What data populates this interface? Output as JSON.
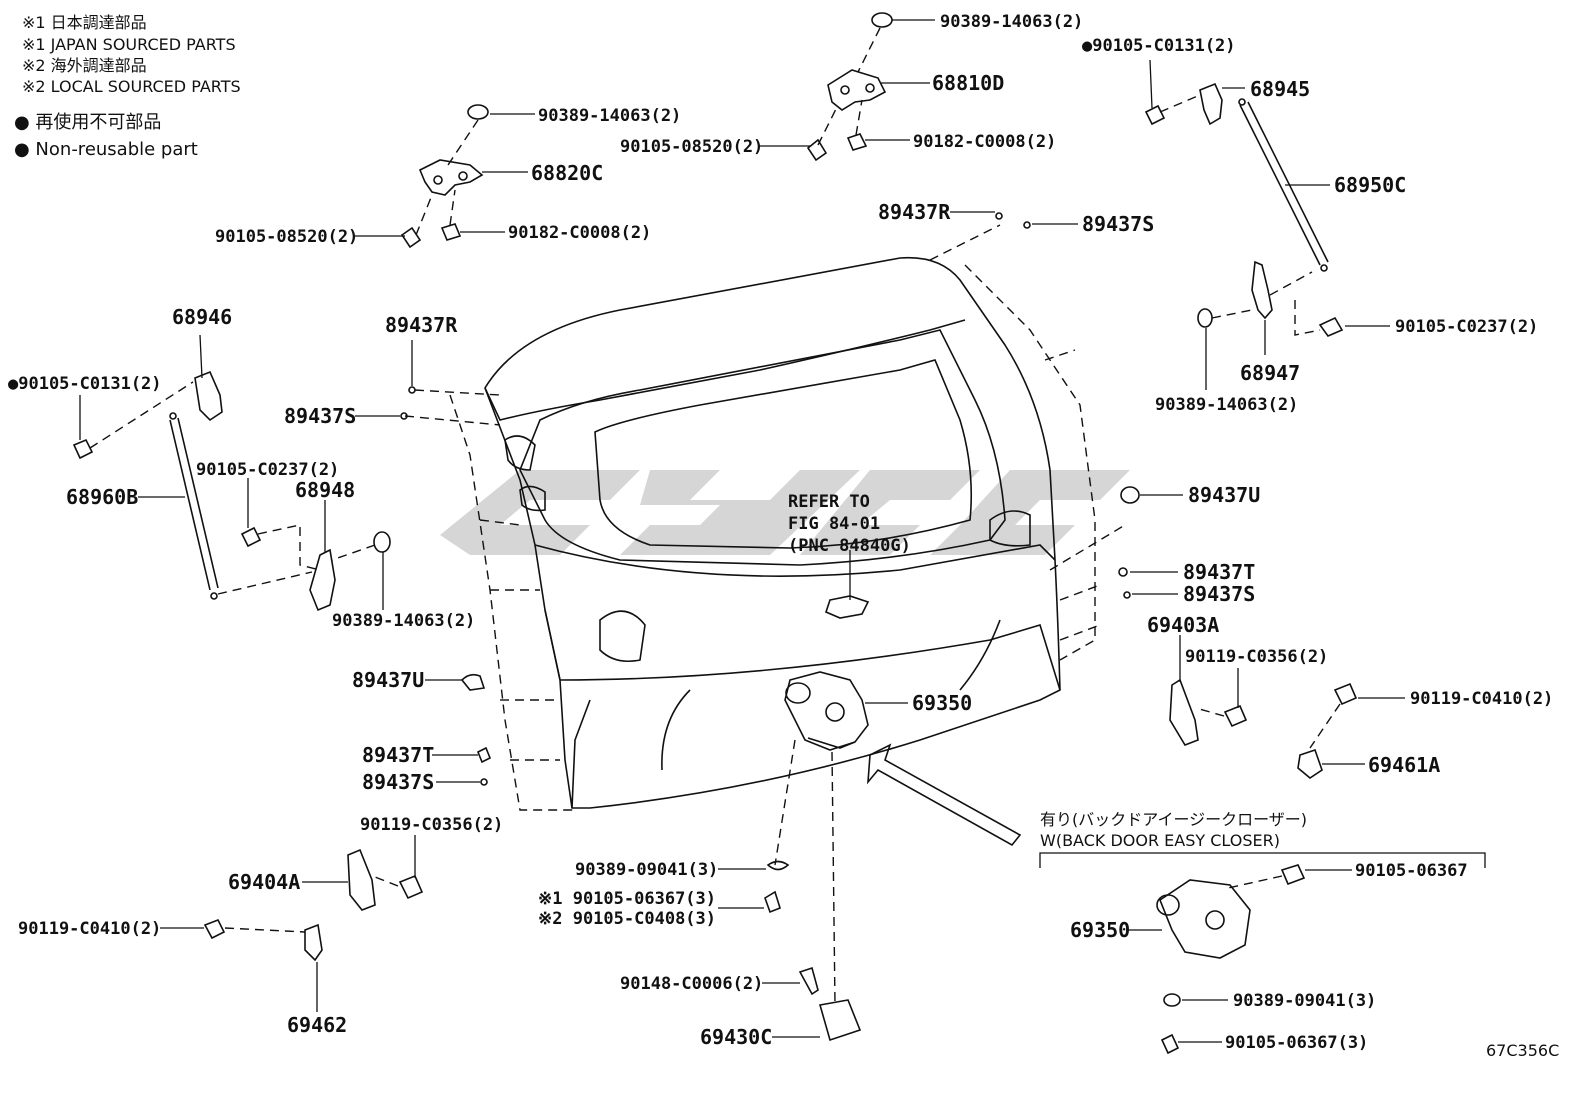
{
  "legend": {
    "line1": "※1 日本調達部品",
    "line2": "※1 JAPAN SOURCED PARTS",
    "line3": "※2 海外調達部品",
    "line4": "※2 LOCAL SOURCED PARTS",
    "nonreuse_jp": "● 再使用不可部品",
    "nonreuse_en": "● Non-reusable part"
  },
  "refer": {
    "line1": "REFER TO",
    "line2": "FIG 84-01",
    "line3": "(PNC 84840G)"
  },
  "option_box": {
    "line1": "有り(バックドアイージークローザー)",
    "line2": "W(BACK DOOR EASY CLOSER)"
  },
  "diagram_code": "67C356C",
  "labels": [
    {
      "id": "l1",
      "text": "90389-14063(2)"
    },
    {
      "id": "l2",
      "text": "●90105-C0131(2)"
    },
    {
      "id": "l3",
      "text": "68810D"
    },
    {
      "id": "l4",
      "text": "68945"
    },
    {
      "id": "l5",
      "text": "90105-08520(2)"
    },
    {
      "id": "l6",
      "text": "90182-C0008(2)"
    },
    {
      "id": "l7",
      "text": "68950C"
    },
    {
      "id": "l8",
      "text": "90389-14063(2)"
    },
    {
      "id": "l9",
      "text": "68820C"
    },
    {
      "id": "l10",
      "text": "89437R"
    },
    {
      "id": "l11",
      "text": "89437S"
    },
    {
      "id": "l12",
      "text": "90105-08520(2)"
    },
    {
      "id": "l13",
      "text": "90182-C0008(2)"
    },
    {
      "id": "l14",
      "text": "90105-C0237(2)"
    },
    {
      "id": "l15",
      "text": "68947"
    },
    {
      "id": "l16",
      "text": "90389-14063(2)"
    },
    {
      "id": "l17",
      "text": "68946"
    },
    {
      "id": "l18",
      "text": "89437R"
    },
    {
      "id": "l19",
      "text": "●90105-C0131(2)"
    },
    {
      "id": "l20",
      "text": "89437S"
    },
    {
      "id": "l21",
      "text": "89437U"
    },
    {
      "id": "l22",
      "text": "90105-C0237(2)"
    },
    {
      "id": "l23",
      "text": "68960B"
    },
    {
      "id": "l24",
      "text": "68948"
    },
    {
      "id": "l25",
      "text": "89437T"
    },
    {
      "id": "l26",
      "text": "89437S"
    },
    {
      "id": "l27",
      "text": "69403A"
    },
    {
      "id": "l28",
      "text": "90389-14063(2)"
    },
    {
      "id": "l29",
      "text": "90119-C0356(2)"
    },
    {
      "id": "l30",
      "text": "89437U"
    },
    {
      "id": "l31",
      "text": "69350"
    },
    {
      "id": "l32",
      "text": "90119-C0410(2)"
    },
    {
      "id": "l33",
      "text": "69461A"
    },
    {
      "id": "l34",
      "text": "89437T"
    },
    {
      "id": "l35",
      "text": "89437S"
    },
    {
      "id": "l36",
      "text": "90119-C0356(2)"
    },
    {
      "id": "l37",
      "text": "69404A"
    },
    {
      "id": "l38",
      "text": "90389-09041(3)"
    },
    {
      "id": "l39",
      "text": "※1 90105-06367(3)"
    },
    {
      "id": "l40",
      "text": "※2 90105-C0408(3)"
    },
    {
      "id": "l41",
      "text": "90105-06367"
    },
    {
      "id": "l42",
      "text": "90119-C0410(2)"
    },
    {
      "id": "l43",
      "text": "69350"
    },
    {
      "id": "l44",
      "text": "69462"
    },
    {
      "id": "l45",
      "text": "90148-C0006(2)"
    },
    {
      "id": "l46",
      "text": "90389-09041(3)"
    },
    {
      "id": "l47",
      "text": "69430C"
    },
    {
      "id": "l48",
      "text": "90105-06367(3)"
    }
  ]
}
